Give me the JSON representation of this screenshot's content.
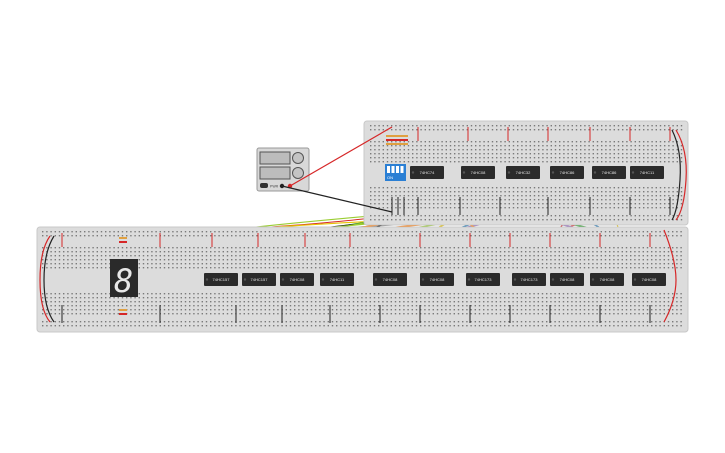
{
  "colors": {
    "breadboard": "#dcdcdc",
    "breadboard_edge": "#c8c8c8",
    "hole": "#7a7a7a",
    "rail_red": "#d62728",
    "rail_black": "#222222",
    "chip": "#2b2b2b",
    "dip_switch": "#2a7fd4",
    "seg_body": "#2a2a2a",
    "seg_on": "#e8e8e8",
    "psu_body": "#d8d8d8",
    "wire_palette": [
      "#2ca02c",
      "#1f77b4",
      "#9467bd",
      "#ff7f0e",
      "#e6c200",
      "#17becf",
      "#d62728",
      "#8c564b",
      "#222222",
      "#7f7f7f",
      "#9acd32"
    ]
  },
  "top_board": {
    "chips": [
      "74HC74",
      "74HC08",
      "74HC32",
      "74HC86",
      "74HC86",
      "74HC11"
    ],
    "dip_switch": {
      "label": "ON"
    }
  },
  "bottom_board": {
    "chips": [
      "74HC157",
      "74HC157",
      "74HC08",
      "74HC11",
      "74HC08",
      "74HC08",
      "74HC173",
      "74HC173",
      "74HC08",
      "74HC08",
      "74HC08"
    ],
    "seven_segment": {
      "digit": "8"
    }
  },
  "power_supply": {
    "label": "PWR"
  }
}
